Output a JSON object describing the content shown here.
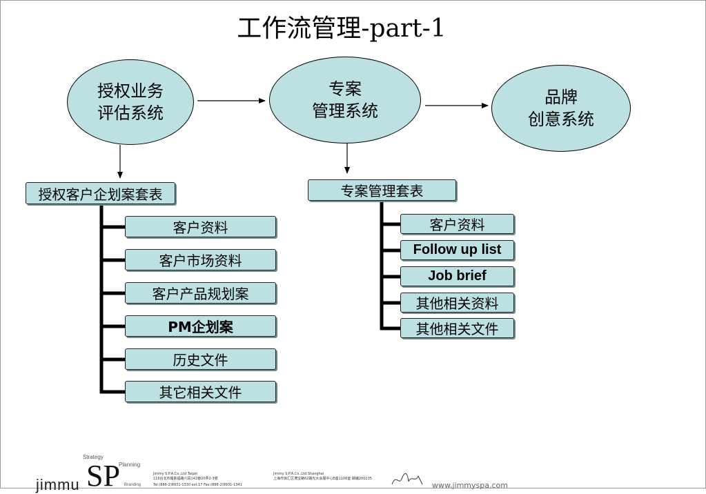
{
  "title": "工作流管理-part-1",
  "nodes": {
    "auth": {
      "line1": "授权业务",
      "line2": "评估系统"
    },
    "project": {
      "line1": "专案",
      "line2": "管理系统"
    },
    "brand": {
      "line1": "品牌",
      "line2": "创意系统"
    }
  },
  "left_header": "授权客户企划案套表",
  "left_items": [
    "客户资料",
    "客户市场资料",
    "客户产品规划案",
    "PM企划案",
    "历史文件",
    "其它相关文件"
  ],
  "right_header": "专案管理套表",
  "right_items": [
    "客户资料",
    "Follow up list",
    "Job brief",
    "其他相关资料",
    "其他相关文件"
  ],
  "footer": {
    "logo_top": "Strategy",
    "logo_right": "Planning",
    "logo_word": "jimmu",
    "logo_mark": "SP",
    "logo_sub": "Branding",
    "taipei_name": "Jimmy S.P.A.Co.,Ltd  Taipei",
    "taipei_addr": "116台北市羅斯福路六段142巷20弄2-3號",
    "taipei_tel": "Tel:(886-2)8931-1330 ext.17   Fax:(886-2)8931-1341",
    "shanghai_name": "Jimmy S.P.A.Co.,Ltd  Shanghai",
    "shanghai_addr": "上海市徐汇区漕宝路62路光大会展中心E座1106室  邮编200235",
    "website": "www.jimmyspa.com"
  }
}
